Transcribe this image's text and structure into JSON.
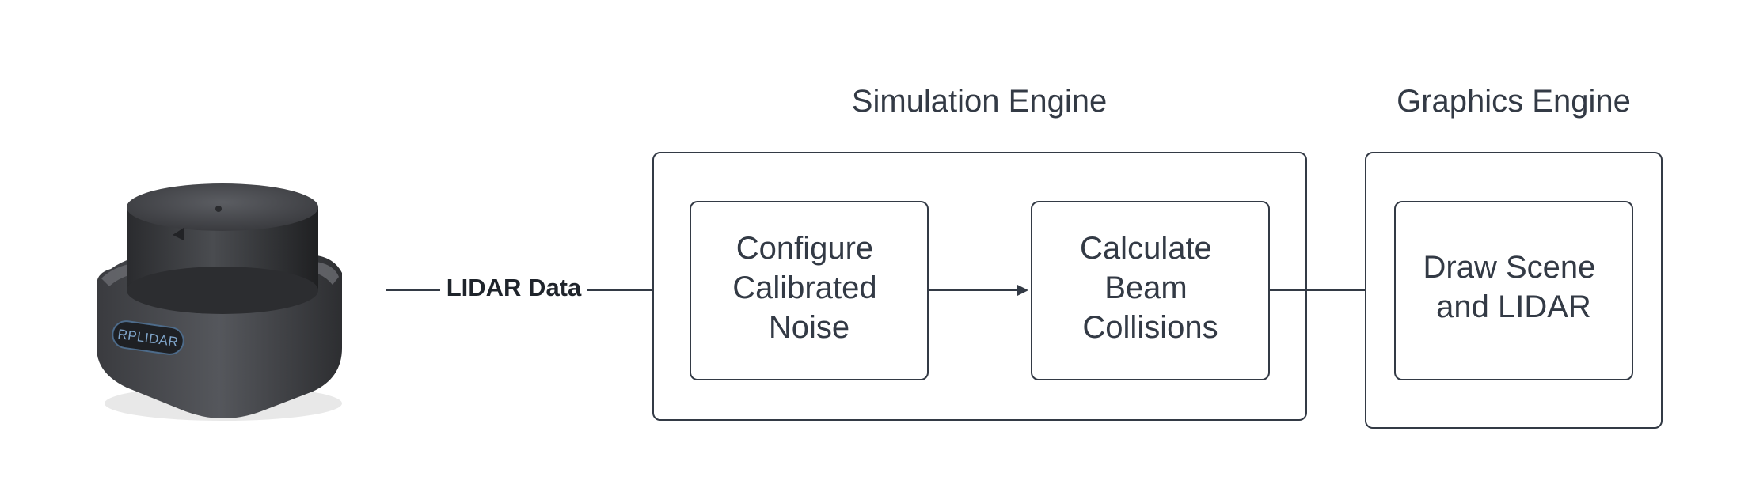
{
  "groups": {
    "simulation": {
      "title": "Simulation Engine"
    },
    "graphics": {
      "title": "Graphics Engine"
    }
  },
  "steps": {
    "noise": {
      "lines": [
        "Configure",
        "Calibrated",
        "Noise"
      ]
    },
    "collisions": {
      "lines": [
        "Calculate",
        "Beam",
        "Collisions"
      ]
    },
    "draw": {
      "lines": [
        "Draw Scene",
        "and LIDAR"
      ]
    }
  },
  "edges": {
    "lidar_data": {
      "label": "LIDAR Data"
    }
  },
  "sensor": {
    "brand_label": "RPLIDAR",
    "icon": "lidar-sensor-icon"
  },
  "colors": {
    "stroke": "#333a45",
    "text": "#333a45",
    "background": "#ffffff"
  }
}
